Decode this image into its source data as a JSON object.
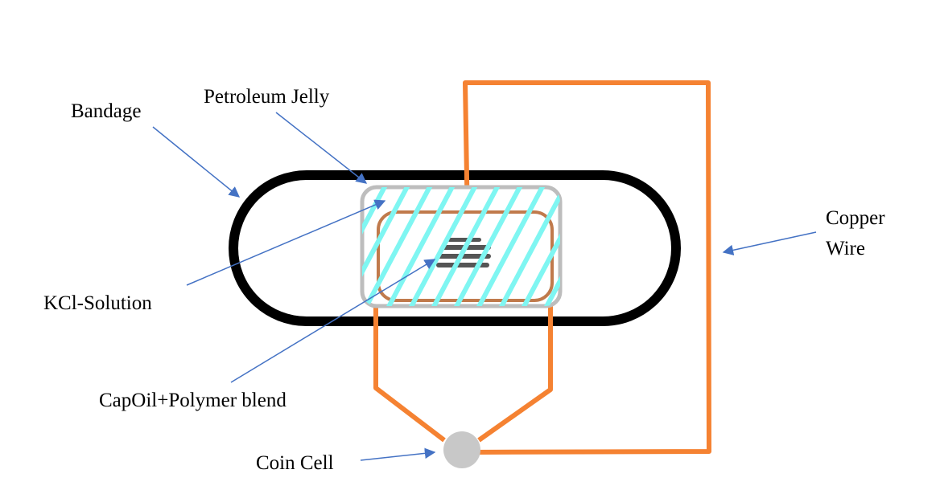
{
  "labels": {
    "bandage": "Bandage",
    "petroleum_jelly": "Petroleum Jelly",
    "copper_wire_line1": "Copper",
    "copper_wire_line2": "Wire",
    "kcl_solution": "KCl-Solution",
    "capoil_blend": "CapOil+Polymer blend",
    "coin_cell": "Coin Cell"
  },
  "colors": {
    "bandage": "#000000",
    "copper_wire": "#F58232",
    "petroleum_jelly_border": "#BDBDBD",
    "kcl_hatch": "#7FF6F2",
    "capoil_border": "#C07A4C",
    "electrode": "#555555",
    "coin_cell": "#C8C8C8",
    "arrow": "#4472C4"
  }
}
